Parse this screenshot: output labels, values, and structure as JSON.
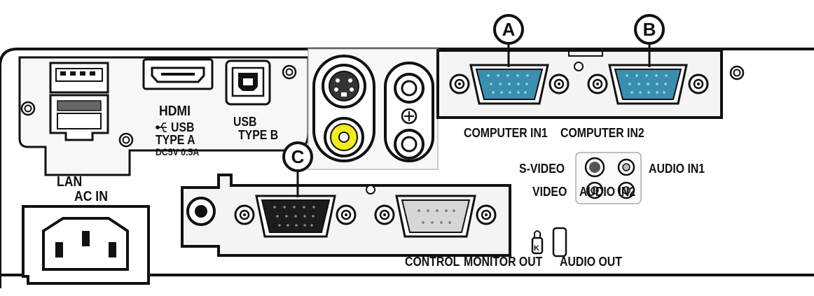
{
  "callouts": {
    "a": "A",
    "b": "B",
    "c": "C"
  },
  "labels": {
    "lan": "LAN",
    "ac_in": "AC IN",
    "hdmi": "HDMI",
    "usb_a_line1": "USB",
    "usb_a_line2": "TYPE A",
    "usb_a_line3": "DC5V 0.5A",
    "usb_b_line1": "USB",
    "usb_b_line2": "TYPE B",
    "computer_in1": "COMPUTER IN1",
    "computer_in2": "COMPUTER IN2",
    "s_video": "S-VIDEO",
    "audio_in1": "AUDIO IN1",
    "video": "VIDEO",
    "audio_in2": "AUDIO IN2",
    "control": "CONTROL",
    "monitor_out": "MONITOR OUT",
    "audio_out": "AUDIO OUT"
  },
  "colors": {
    "outline": "#111111",
    "vga_blue": "#3a8fb0",
    "vga_dark": "#1c1c1c",
    "rs232_gray": "#d6d6d6",
    "rca_yellow": "#f2ea22",
    "panel_gray": "#f4f4f4"
  },
  "icons": [
    "usb-trident-icon",
    "kensington-lock-icon",
    "ground-screw-icon"
  ]
}
